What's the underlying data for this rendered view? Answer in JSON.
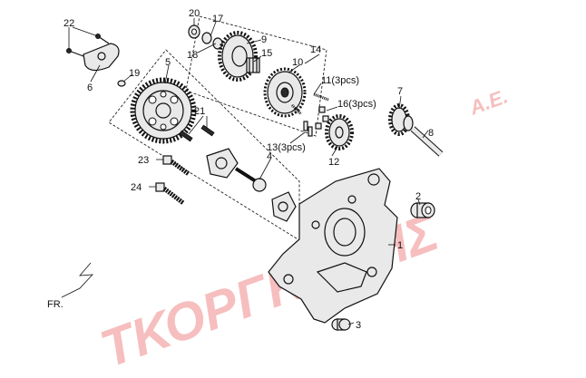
{
  "watermark": {
    "main": "ΤΚΟΡΓΚΟΛΗΣ",
    "suffix": "A.E."
  },
  "direction_label": "FR.",
  "callouts": {
    "c1": "1",
    "c2": "2",
    "c3": "3",
    "c4": "4",
    "c5": "5",
    "c6": "6",
    "c7": "7",
    "c8": "8",
    "c9": "9",
    "c10": "10",
    "c11": "11(3pcs)",
    "c12": "12",
    "c13": "13(3pcs)",
    "c14": "14",
    "c15": "15",
    "c16": "16(3pcs)",
    "c17": "17",
    "c18": "18",
    "c19": "19",
    "c20": "20",
    "c21": "21",
    "c22": "22",
    "c23": "23",
    "c24": "24"
  }
}
